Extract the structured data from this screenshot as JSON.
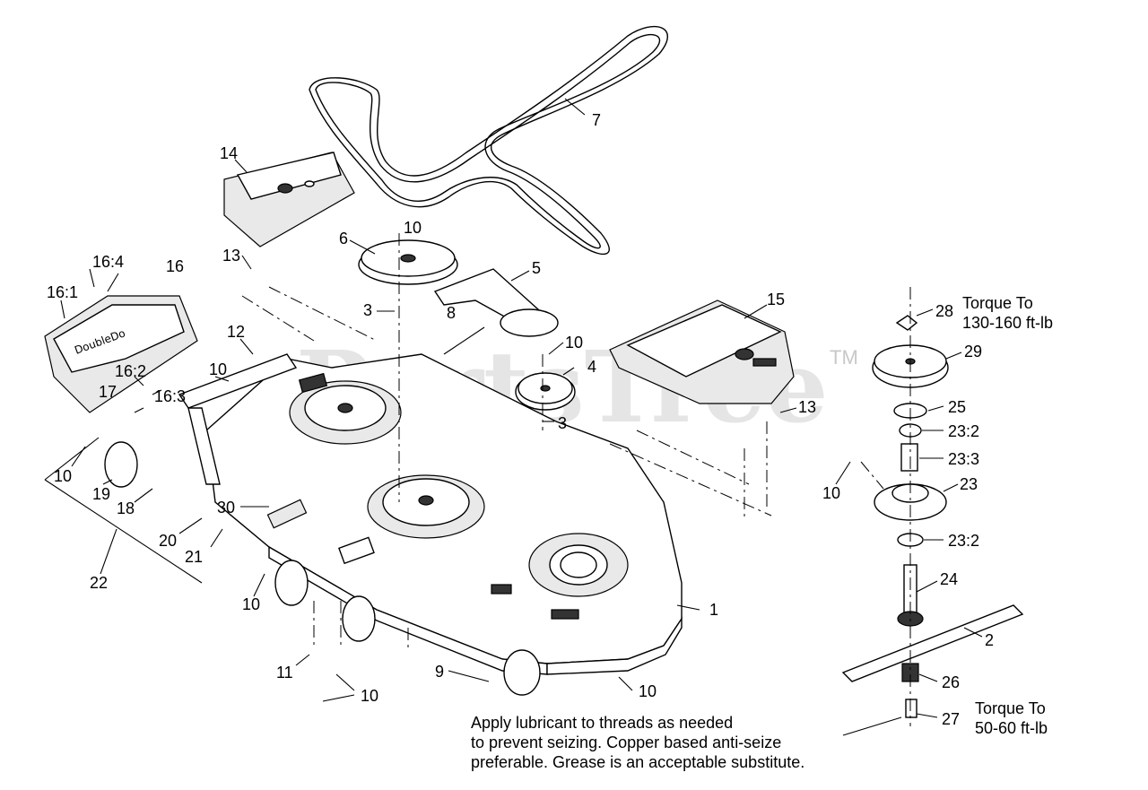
{
  "watermark": {
    "text": "PartsTree",
    "tm": "TM"
  },
  "callouts": {
    "c1": "1",
    "c2": "2",
    "c3a": "3",
    "c3b": "3",
    "c4": "4",
    "c5": "5",
    "c6": "6",
    "c7": "7",
    "c8": "8",
    "c9": "9",
    "c10a": "10",
    "c10b": "10",
    "c10c": "10",
    "c10d": "10",
    "c10e": "10",
    "c10f": "10",
    "c10g": "10",
    "c10h": "10",
    "c11": "11",
    "c12": "12",
    "c13a": "13",
    "c13b": "13",
    "c14": "14",
    "c15": "15",
    "c16": "16",
    "c16_1": "16:1",
    "c16_2": "16:2",
    "c16_3": "16:3",
    "c16_4": "16:4",
    "c17": "17",
    "c18": "18",
    "c19": "19",
    "c20": "20",
    "c21": "21",
    "c22": "22",
    "c23": "23",
    "c23_2a": "23:2",
    "c23_2b": "23:2",
    "c23_3": "23:3",
    "c24": "24",
    "c25": "25",
    "c26": "26",
    "c27": "27",
    "c28": "28",
    "c29": "29",
    "c30": "30"
  },
  "torque_top": {
    "line1": "Torque To",
    "line2": "130-160 ft-lb"
  },
  "torque_bottom": {
    "line1": "Torque To",
    "line2": "50-60 ft-lb"
  },
  "note": {
    "line1": "Apply lubricant to threads as needed",
    "line2": "to prevent seizing. Copper based anti-seize",
    "line3": "preferable. Grease is an acceptable substitute."
  }
}
